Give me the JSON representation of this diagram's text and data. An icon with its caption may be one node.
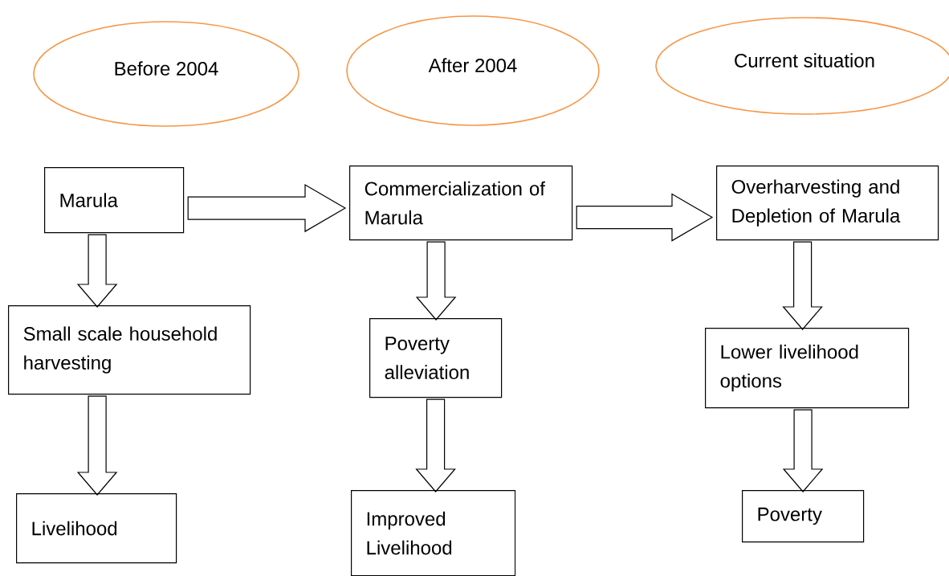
{
  "diagram": {
    "nodes": [
      {
        "text": [
          "Before 2004"
        ]
      },
      {
        "text": [
          "After 2004"
        ]
      },
      {
        "text": [
          "Current situation"
        ]
      },
      {
        "text": [
          "Marula"
        ]
      },
      {
        "text": [
          "Commercialization of Marula"
        ]
      },
      {
        "text": [
          "Overharvesting and Depletion of Marula"
        ]
      },
      {
        "text": [
          "Small scale household harvesting"
        ]
      },
      {
        "text": [
          "Poverty alleviation"
        ]
      },
      {
        "text": [
          "Lower livelihood options"
        ]
      },
      {
        "text": [
          "Livelihood"
        ]
      },
      {
        "text": [
          "Improved Livelihood"
        ]
      },
      {
        "text": [
          "Poverty"
        ]
      }
    ],
    "edges": [
      {
        "from": 3,
        "to": 4,
        "arrow": "to"
      },
      {
        "from": 4,
        "to": 5,
        "arrow": "to"
      },
      {
        "from": 3,
        "to": 6,
        "arrow": "to"
      },
      {
        "from": 6,
        "to": 9,
        "arrow": "to"
      },
      {
        "from": 4,
        "to": 7,
        "arrow": "to"
      },
      {
        "from": 7,
        "to": 10,
        "arrow": "to"
      },
      {
        "from": 5,
        "to": 8,
        "arrow": "to"
      },
      {
        "from": 8,
        "to": 11,
        "arrow": "to"
      }
    ]
  }
}
